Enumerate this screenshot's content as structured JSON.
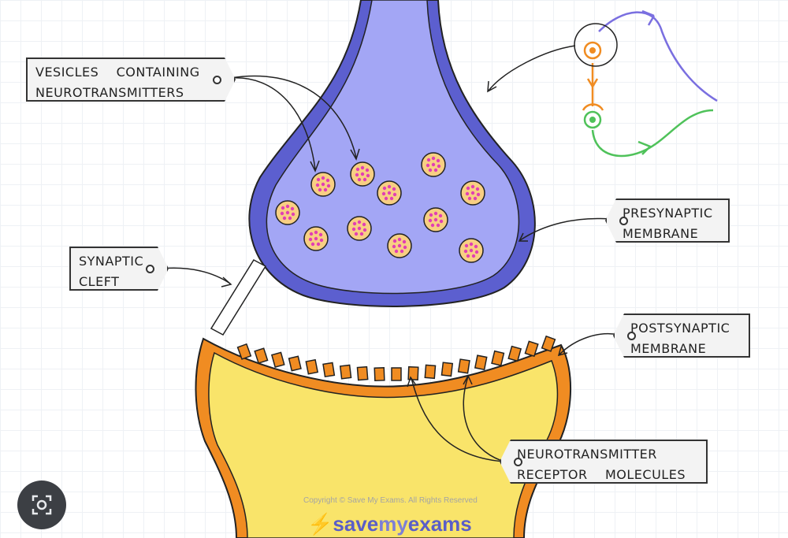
{
  "labels": {
    "vesicles": [
      "VESICLES    CONTAINING",
      "NEUROTRANSMITTERS"
    ],
    "cleft": [
      "SYNAPTIC",
      "CLEFT"
    ],
    "presynaptic": [
      "PRESYNAPTIC",
      "MEMBRANE"
    ],
    "postsynaptic": [
      "POSTSYNAPTIC",
      "MEMBRANE"
    ],
    "receptor": [
      "NEUROTRANSMITTER",
      "RECEPTOR    MOLECULES"
    ]
  },
  "watermark": {
    "copyright": "Copyright © Save My Exams. All Rights Reserved",
    "logo_part1": "save",
    "logo_part2": "my",
    "logo_part3": "exams"
  },
  "colors": {
    "presynaptic_fill": "#a3a6f5",
    "presynaptic_border": "#5c5fcf",
    "postsynaptic_fill": "#f9e46a",
    "postsynaptic_border": "#f08c22",
    "vesicle_fill": "#f8cf83",
    "vesicle_dots": "#e23fb2",
    "neuron_purple": "#7a6fe0",
    "neuron_orange": "#f08c22",
    "neuron_green": "#4fc25a"
  },
  "icons": {
    "lens_button": "image-search-icon"
  }
}
